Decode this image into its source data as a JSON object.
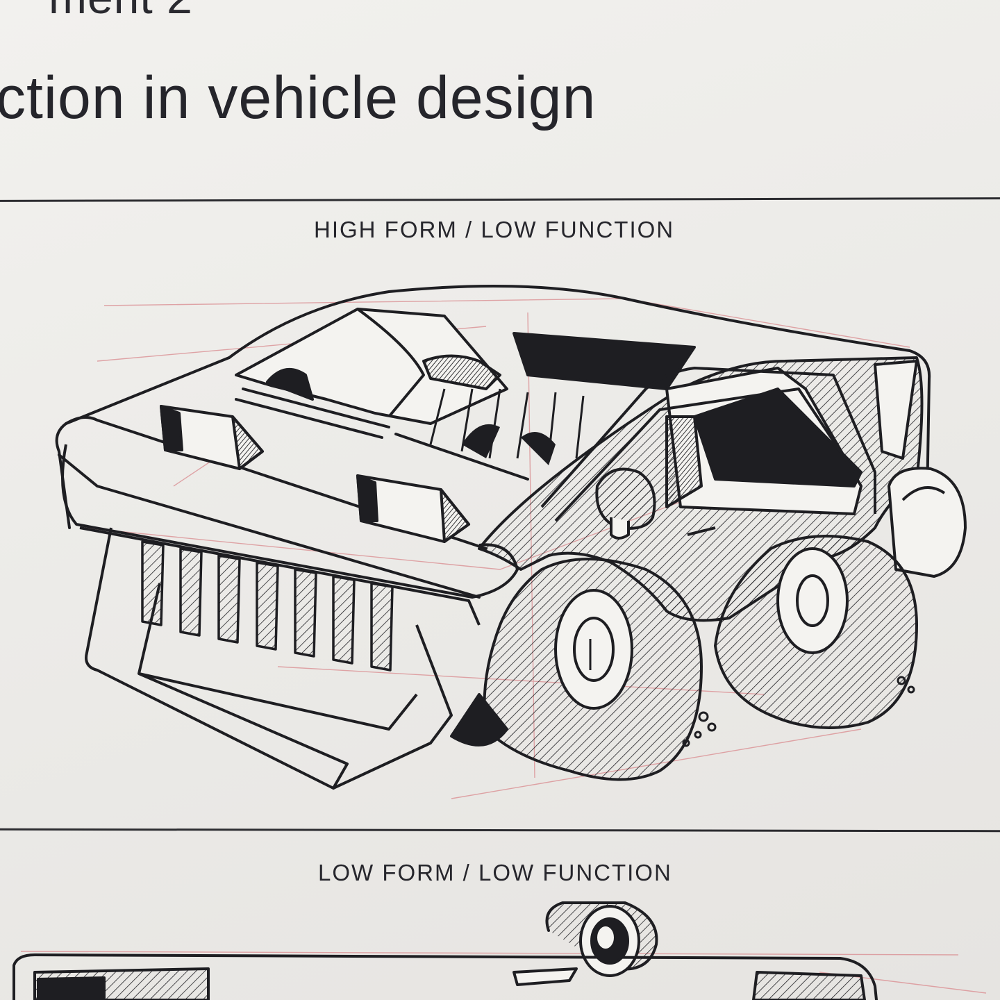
{
  "document": {
    "heading_partial": "ment 2",
    "title_partial": "ction in vehicle design",
    "sections": [
      {
        "label": "HIGH FORM / LOW FUNCTION"
      },
      {
        "label": "LOW FORM / LOW FUNCTION"
      }
    ]
  },
  "colors": {
    "paper": "#ecebe8",
    "ink": "#1e1e22",
    "pencil_sketch": "#d98a8e"
  },
  "icons": [
    "car-drawing",
    "snail-drawing"
  ]
}
